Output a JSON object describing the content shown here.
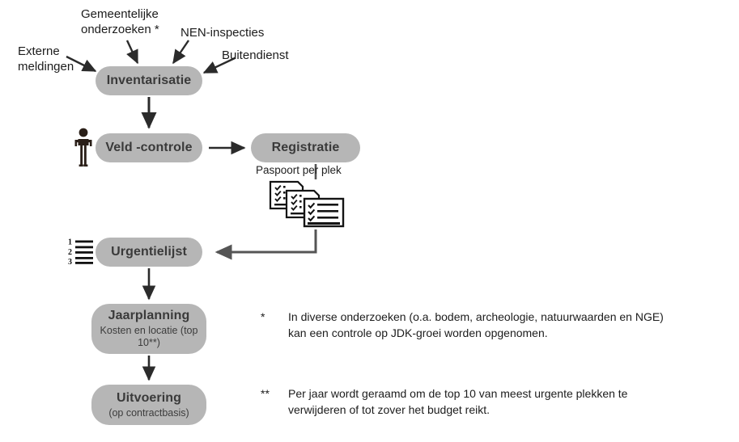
{
  "diagram": {
    "title": "JDK beheerproces stroomschema",
    "colors": {
      "node_fill": "#b6b6b6",
      "node_text": "#3a3a3a",
      "arrow": "#2b2b2b",
      "elbow_arrow": "#555555",
      "background": "#ffffff",
      "inspector_icon": "#2a1f18"
    },
    "nodes": [
      {
        "id": "inventarisatie",
        "title": "Inventarisatie",
        "sub": ""
      },
      {
        "id": "veldcontrole",
        "title": "Veld -controle",
        "sub": ""
      },
      {
        "id": "registratie",
        "title": "Registratie",
        "sub": ""
      },
      {
        "id": "urgentielijst",
        "title": "Urgentielijst",
        "sub": ""
      },
      {
        "id": "jaarplanning",
        "title": "Jaarplanning",
        "sub": "Kosten en locatie\n(top 10**)"
      },
      {
        "id": "uitvoering",
        "title": "Uitvoering",
        "sub": "(op contractbasis)"
      }
    ],
    "source_labels": [
      {
        "id": "externe",
        "text": "Externe\nmeldingen"
      },
      {
        "id": "gemeente",
        "text": "Gemeentelijke\nonderzoeken *"
      },
      {
        "id": "nen",
        "text": "NEN-inspecties"
      },
      {
        "id": "buiten",
        "text": "Buitendienst"
      }
    ],
    "captions": [
      {
        "id": "paspoort",
        "text": "Paspoort per plek"
      }
    ],
    "icons": [
      {
        "id": "inspector",
        "name": "inspector-person-icon"
      },
      {
        "id": "numlist",
        "name": "numbered-list-icon"
      },
      {
        "id": "checklist",
        "name": "checklist-documents-icon"
      }
    ],
    "footnotes": [
      {
        "mark": "*",
        "text": "In diverse onderzoeken (o.a. bodem, archeologie, natuurwaarden en NGE)\nkan een controle op JDK-groei worden opgenomen."
      },
      {
        "mark": "**",
        "text": "Per jaar wordt geraamd om de top 10 van meest urgente plekken te\n verwijderen of tot zover het budget reikt."
      }
    ]
  }
}
